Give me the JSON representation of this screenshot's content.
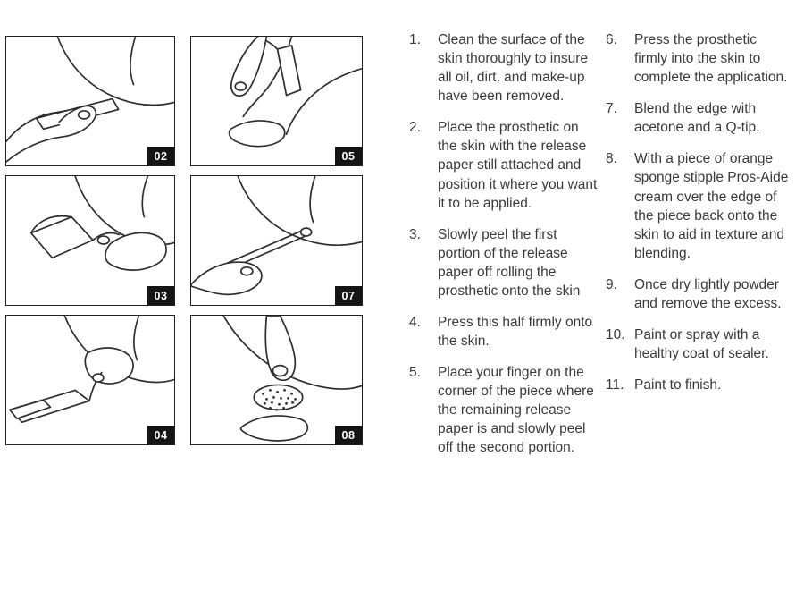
{
  "colors": {
    "ink": "#2e2e2e",
    "badge_bg": "#151515",
    "badge_text": "#ffffff",
    "panel_border": "#231f20"
  },
  "panels": [
    {
      "badge": "02"
    },
    {
      "badge": "05"
    },
    {
      "badge": "03"
    },
    {
      "badge": "07"
    },
    {
      "badge": "04"
    },
    {
      "badge": "08"
    }
  ],
  "instructions": {
    "col1": [
      {
        "num": "1.",
        "text": "Clean the surface of the skin thoroughly to insure all oil, dirt, and make-up have been removed."
      },
      {
        "num": "2.",
        "text": "Place the prosthetic on the skin with the release paper still attached and position it where you want it to be applied."
      },
      {
        "num": "3.",
        "text": "Slowly peel the first portion of the release paper off rolling the prosthetic onto the skin"
      },
      {
        "num": "4.",
        "text": "Press this half firmly onto the skin."
      },
      {
        "num": "5.",
        "text": "Place your finger on the corner of the piece where the remaining release paper is and slowly peel off the second portion."
      }
    ],
    "col2": [
      {
        "num": "6.",
        "text": "Press the prosthetic firmly into the skin to complete the application."
      },
      {
        "num": "7.",
        "text": "Blend the edge with acetone and a Q-tip."
      },
      {
        "num": "8.",
        "text": "With a piece of orange sponge stipple Pros-Aide cream over the edge of the piece back onto the skin to aid in texture and blending."
      },
      {
        "num": "9.",
        "text": "Once dry lightly powder and remove the excess."
      },
      {
        "num": "10.",
        "text": "Paint or spray with a healthy coat of sealer."
      },
      {
        "num": "11.",
        "text": "Paint to finish."
      }
    ]
  }
}
